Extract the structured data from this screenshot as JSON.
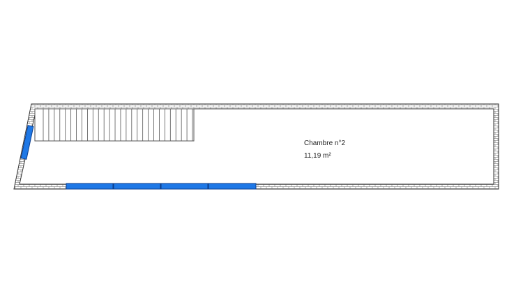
{
  "room": {
    "name": "Chambre n°2",
    "area": "11,19  m²"
  },
  "colors": {
    "wall_fill": "#ffffff",
    "wall_stroke": "#333333",
    "wall_hatch": "#7a7a7a",
    "window": "#1e78e6",
    "window_stroke": "#0b3d8c",
    "stair_line": "#555555"
  },
  "elements": {
    "window_count_bottom": 4,
    "window_count_side": 1,
    "stair_treads": 28
  }
}
